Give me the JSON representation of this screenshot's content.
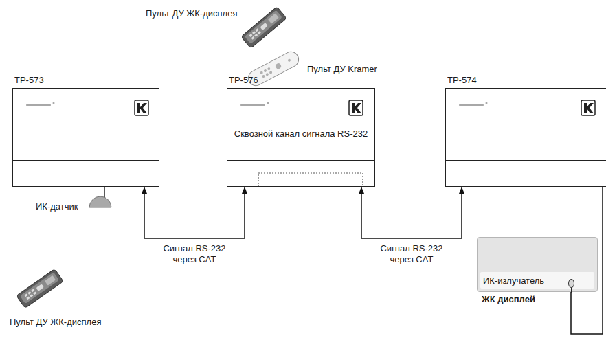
{
  "diagram": {
    "nodes": [
      {
        "text": [
          "TP-573"
        ]
      },
      {
        "text": [
          "TP-576",
          "Сквозной канал сигнала RS-232"
        ]
      },
      {
        "text": [
          "TP-574"
        ]
      },
      {
        "text": [
          "ИК-излучатель",
          "ЖК дисплей"
        ]
      }
    ],
    "edges": [
      {
        "from": 1,
        "to": 0,
        "arrow": "both",
        "label": "Сигнал RS-232 через CAT"
      },
      {
        "from": 1,
        "to": 2,
        "arrow": "both",
        "label": "Сигнал RS-232 через CAT"
      },
      {
        "from": 2,
        "to": 3,
        "arrow": "none"
      }
    ],
    "labels": [
      "Пульт ДУ ЖК-дисплея",
      "Пульт ДУ Kramer",
      "ИК-датчик",
      "Пульт ДУ ЖК-дисплея"
    ]
  }
}
